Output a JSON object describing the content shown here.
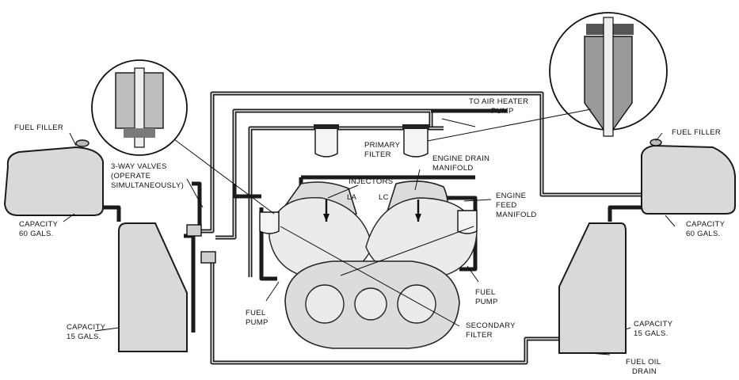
{
  "labels": {
    "fuel_filler_left": "FUEL FILLER",
    "fuel_filler_right": "FUEL FILLER",
    "three_way_valves_1": "3-WAY VALVES",
    "three_way_valves_2": "(OPERATE",
    "three_way_valves_3": "SIMULTANEOUSLY)",
    "capacity_left_top_1": "CAPACITY",
    "capacity_left_top_2": "60 GALS.",
    "capacity_right_top_1": "CAPACITY",
    "capacity_right_top_2": "60 GALS.",
    "capacity_left_bottom_1": "CAPACITY",
    "capacity_left_bottom_2": "15 GALS.",
    "capacity_right_bottom_1": "CAPACITY",
    "capacity_right_bottom_2": "15 GALS.",
    "to_air_heater_1": "TO AIR HEATER",
    "to_air_heater_2": "PUMP",
    "primary_filter_1": "PRIMARY",
    "primary_filter_2": "FILTER",
    "engine_drain_1": "ENGINE DRAIN",
    "engine_drain_2": "MANIFOLD",
    "injectors": "INJECTORS",
    "bank_la": "LA",
    "bank_lc": "LC",
    "engine_feed_1": "ENGINE",
    "engine_feed_2": "FEED",
    "engine_feed_3": "MANIFOLD",
    "fuel_pump_left_1": "FUEL",
    "fuel_pump_left_2": "PUMP",
    "fuel_pump_right_1": "FUEL",
    "fuel_pump_right_2": "PUMP",
    "secondary_filter_1": "SECONDARY",
    "secondary_filter_2": "FILTER",
    "fuel_oil_drain_1": "FUEL OIL",
    "fuel_oil_drain_2": "DRAIN"
  }
}
